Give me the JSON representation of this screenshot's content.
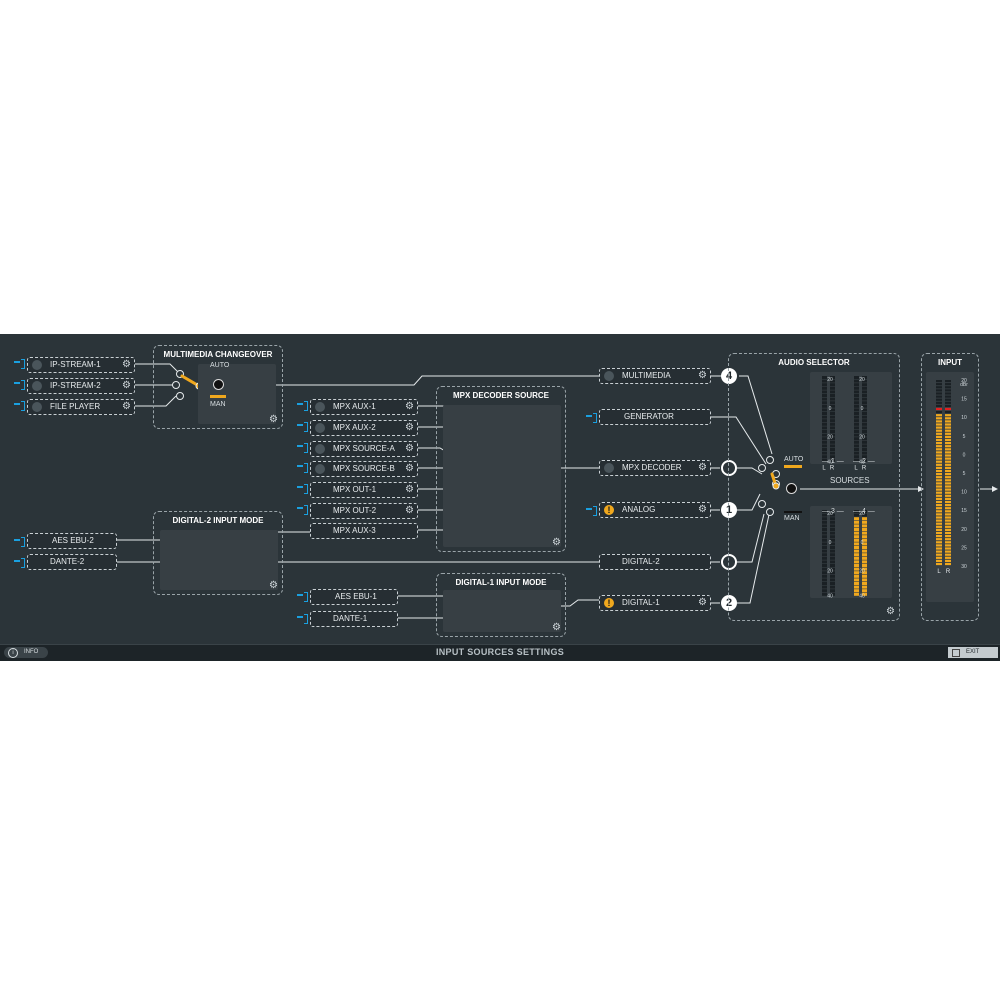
{
  "app": {
    "title": "INPUT SOURCES SETTINGS"
  },
  "footer": {
    "info_label": "INFO",
    "exit_label": "EXIT",
    "title": "INPUT SOURCES SETTINGS"
  },
  "multimedia_changeover": {
    "title": "MULTIMEDIA CHANGEOVER",
    "inputs": [
      "IP-STREAM-1",
      "IP-STREAM-2",
      "FILE PLAYER"
    ],
    "auto_label": "AUTO",
    "man_label": "MAN",
    "mode": "MAN"
  },
  "mpx_decoder_source": {
    "title": "MPX DECODER SOURCE",
    "inputs": [
      "MPX AUX-1",
      "MPX AUX-2",
      "MPX SOURCE-A",
      "MPX SOURCE-B",
      "MPX OUT-1",
      "MPX OUT-2",
      "MPX AUX-3"
    ]
  },
  "digital2_input_mode": {
    "title": "DIGITAL-2 INPUT MODE",
    "inputs": [
      "AES EBU-2",
      "DANTE-2"
    ]
  },
  "digital1_input_mode": {
    "title": "DIGITAL-1 INPUT MODE",
    "inputs": [
      "AES EBU-1",
      "DANTE-1"
    ]
  },
  "sources": [
    {
      "label": "MULTIMEDIA",
      "badge": "4",
      "status": "normal"
    },
    {
      "label": "GENERATOR",
      "badge": "",
      "status": "normal"
    },
    {
      "label": "MPX DECODER",
      "badge": "",
      "status": "normal"
    },
    {
      "label": "ANALOG",
      "badge": "1",
      "status": "warning"
    },
    {
      "label": "DIGITAL-2",
      "badge": "",
      "status": "normal"
    },
    {
      "label": "DIGITAL-1",
      "badge": "2",
      "status": "warning"
    }
  ],
  "audio_selector": {
    "title": "AUDIO SELECTOR",
    "auto_label": "AUTO",
    "man_label": "MAN",
    "mode": "AUTO",
    "sources_label": "SOURCES",
    "meter_groups": [
      {
        "label": "1",
        "levels": [
          0,
          0
        ]
      },
      {
        "label": "2",
        "levels": [
          0,
          0
        ]
      },
      {
        "label": "3",
        "levels": [
          0,
          0
        ]
      },
      {
        "label": "4",
        "levels": [
          0.9,
          0.9
        ]
      }
    ],
    "scale_labels": [
      "20",
      "0",
      "20",
      "40"
    ],
    "channel_labels": [
      "L",
      "R"
    ]
  },
  "input_meter": {
    "title": "INPUT",
    "unit": "dBr",
    "scale": [
      "20",
      "15",
      "10",
      "5",
      "0",
      "5",
      "10",
      "15",
      "20",
      "25",
      "30"
    ],
    "levels": [
      0.81,
      0.81
    ],
    "peak": [
      0.83,
      0.83
    ],
    "channel_labels": [
      "L",
      "R"
    ]
  },
  "colors": {
    "accent": "#f0a81e",
    "input_icon": "#1aa0e0",
    "panel": "#2b3439",
    "meter_peak": "#e02020"
  }
}
